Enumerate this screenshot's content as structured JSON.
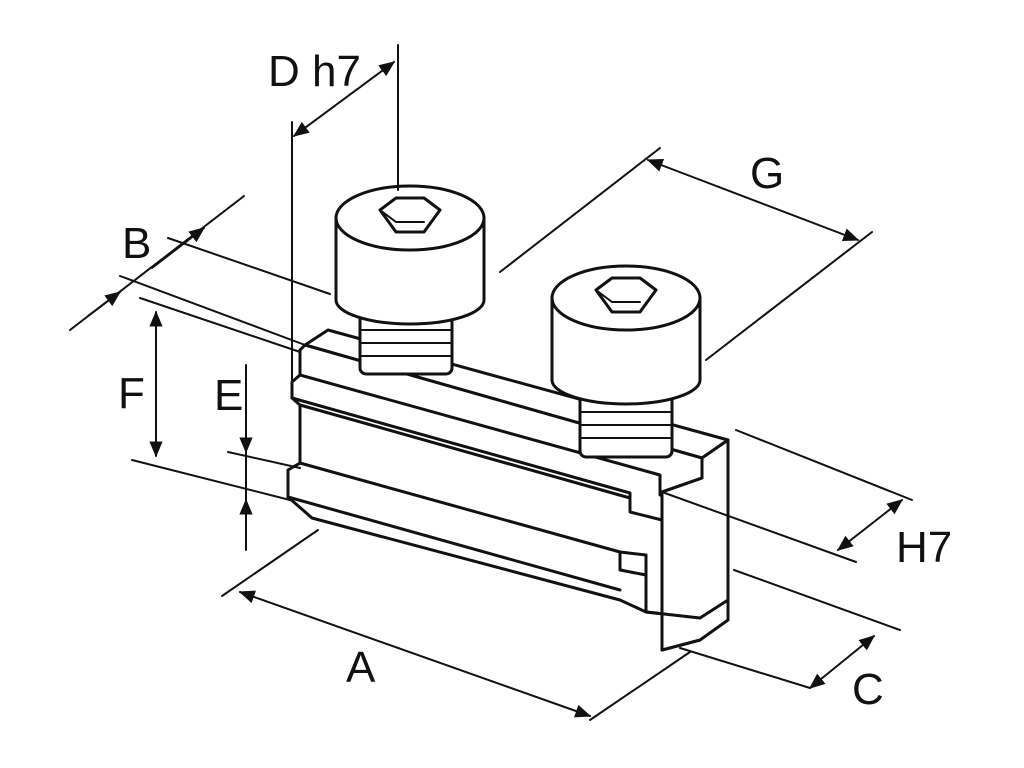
{
  "diagram": {
    "labels": {
      "A": "A",
      "B": "B",
      "C": "C",
      "D": "D h7",
      "E": "E",
      "F": "F",
      "G": "G",
      "H": "H7"
    }
  }
}
